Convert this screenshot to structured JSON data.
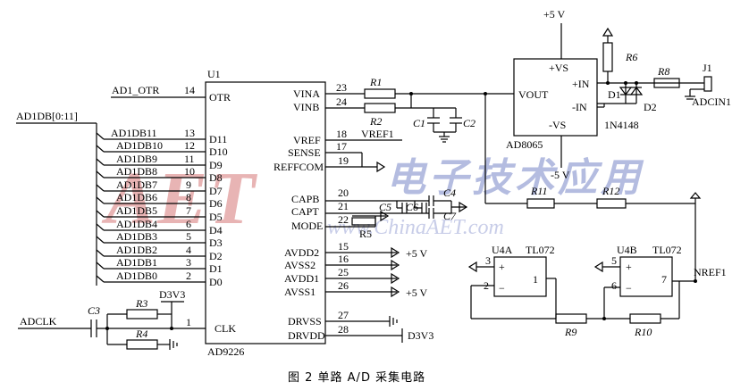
{
  "caption": "图 2   单路 A/D 采集电路",
  "watermark": {
    "logo": "AET",
    "chinese": "电子技术应用",
    "url": "www.ChinaAET.com",
    "color_red": "#e8b4b4",
    "color_blue": "#b4bce0"
  },
  "ad9226": {
    "ref": "U1",
    "part": "AD9226",
    "left_pins": [
      {
        "num": "14",
        "name": "OTR",
        "net": "AD1_OTR"
      },
      {
        "num": "13",
        "name": "D11",
        "net": "AD1DB11"
      },
      {
        "num": "12",
        "name": "D10",
        "net": "AD1DB10"
      },
      {
        "num": "11",
        "name": "D9",
        "net": "AD1DB9"
      },
      {
        "num": "10",
        "name": "D8",
        "net": "AD1DB8"
      },
      {
        "num": "9",
        "name": "D7",
        "net": "AD1DB7"
      },
      {
        "num": "8",
        "name": "D6",
        "net": "AD1DB6"
      },
      {
        "num": "7",
        "name": "D5",
        "net": "AD1DB5"
      },
      {
        "num": "6",
        "name": "D4",
        "net": "AD1DB4"
      },
      {
        "num": "5",
        "name": "D3",
        "net": "AD1DB3"
      },
      {
        "num": "4",
        "name": "D2",
        "net": "AD1DB2"
      },
      {
        "num": "3",
        "name": "D1",
        "net": "AD1DB1"
      },
      {
        "num": "2",
        "name": "D0",
        "net": "AD1DB0"
      },
      {
        "num": "1",
        "name": "CLK",
        "net": ""
      }
    ],
    "right_pins": [
      {
        "num": "23",
        "name": "VINA"
      },
      {
        "num": "24",
        "name": "VINB"
      },
      {
        "num": "18",
        "name": "VREF"
      },
      {
        "num": "17",
        "name": "SENSE"
      },
      {
        "num": "19",
        "name": "REFFCOM"
      },
      {
        "num": "20",
        "name": "CAPB"
      },
      {
        "num": "21",
        "name": "CAPT"
      },
      {
        "num": "22",
        "name": "MODE"
      },
      {
        "num": "15",
        "name": "AVDD2"
      },
      {
        "num": "16",
        "name": "AVSS2"
      },
      {
        "num": "25",
        "name": "AVDD1"
      },
      {
        "num": "26",
        "name": "AVSS1"
      },
      {
        "num": "27",
        "name": "DRVSS"
      },
      {
        "num": "28",
        "name": "DRVDD"
      }
    ]
  },
  "bus": "AD1DB[0:11]",
  "nets": {
    "vref1": "VREF1",
    "supply_top": "+5 V",
    "supply_avdd2": "+5 V",
    "supply_avss1": "+5 V",
    "supply_minus": "-5 V",
    "d3v3": "D3V3",
    "drvdd_supply": "D3V3",
    "adclk": "ADCLK",
    "nref": "NREF1",
    "adcin": "ADCIN1"
  },
  "ad8065": {
    "part": "AD8065",
    "pins": {
      "vs_pos": "+VS",
      "vs_neg": "-VS",
      "in_pos": "+IN",
      "in_neg": "-IN",
      "out": "VOUT"
    }
  },
  "components": {
    "R1": "R1",
    "R2": "R2",
    "R3": "R3",
    "R4": "R4",
    "R5": "R5",
    "R6": "R6",
    "R8": "R8",
    "R9": "R9",
    "R10": "R10",
    "R11": "R11",
    "R12": "R12",
    "C1": "C1",
    "C2": "C2",
    "C3": "C3",
    "C4": "C4",
    "C5": "C5",
    "C6": "C6",
    "C7": "C7",
    "D1": "D1",
    "D2": "D2",
    "diode_part": "1N4148",
    "J1": "J1"
  },
  "u4a": {
    "ref": "U4A",
    "part": "TL072",
    "pin_pos": "3",
    "pin_neg": "2",
    "pin_out": "1",
    "sym_pos": "+",
    "sym_neg": "−"
  },
  "u4b": {
    "ref": "U4B",
    "part": "TL072",
    "pin_pos": "5",
    "pin_neg": "6",
    "pin_out": "7",
    "sym_pos": "+",
    "sym_neg": "−"
  }
}
